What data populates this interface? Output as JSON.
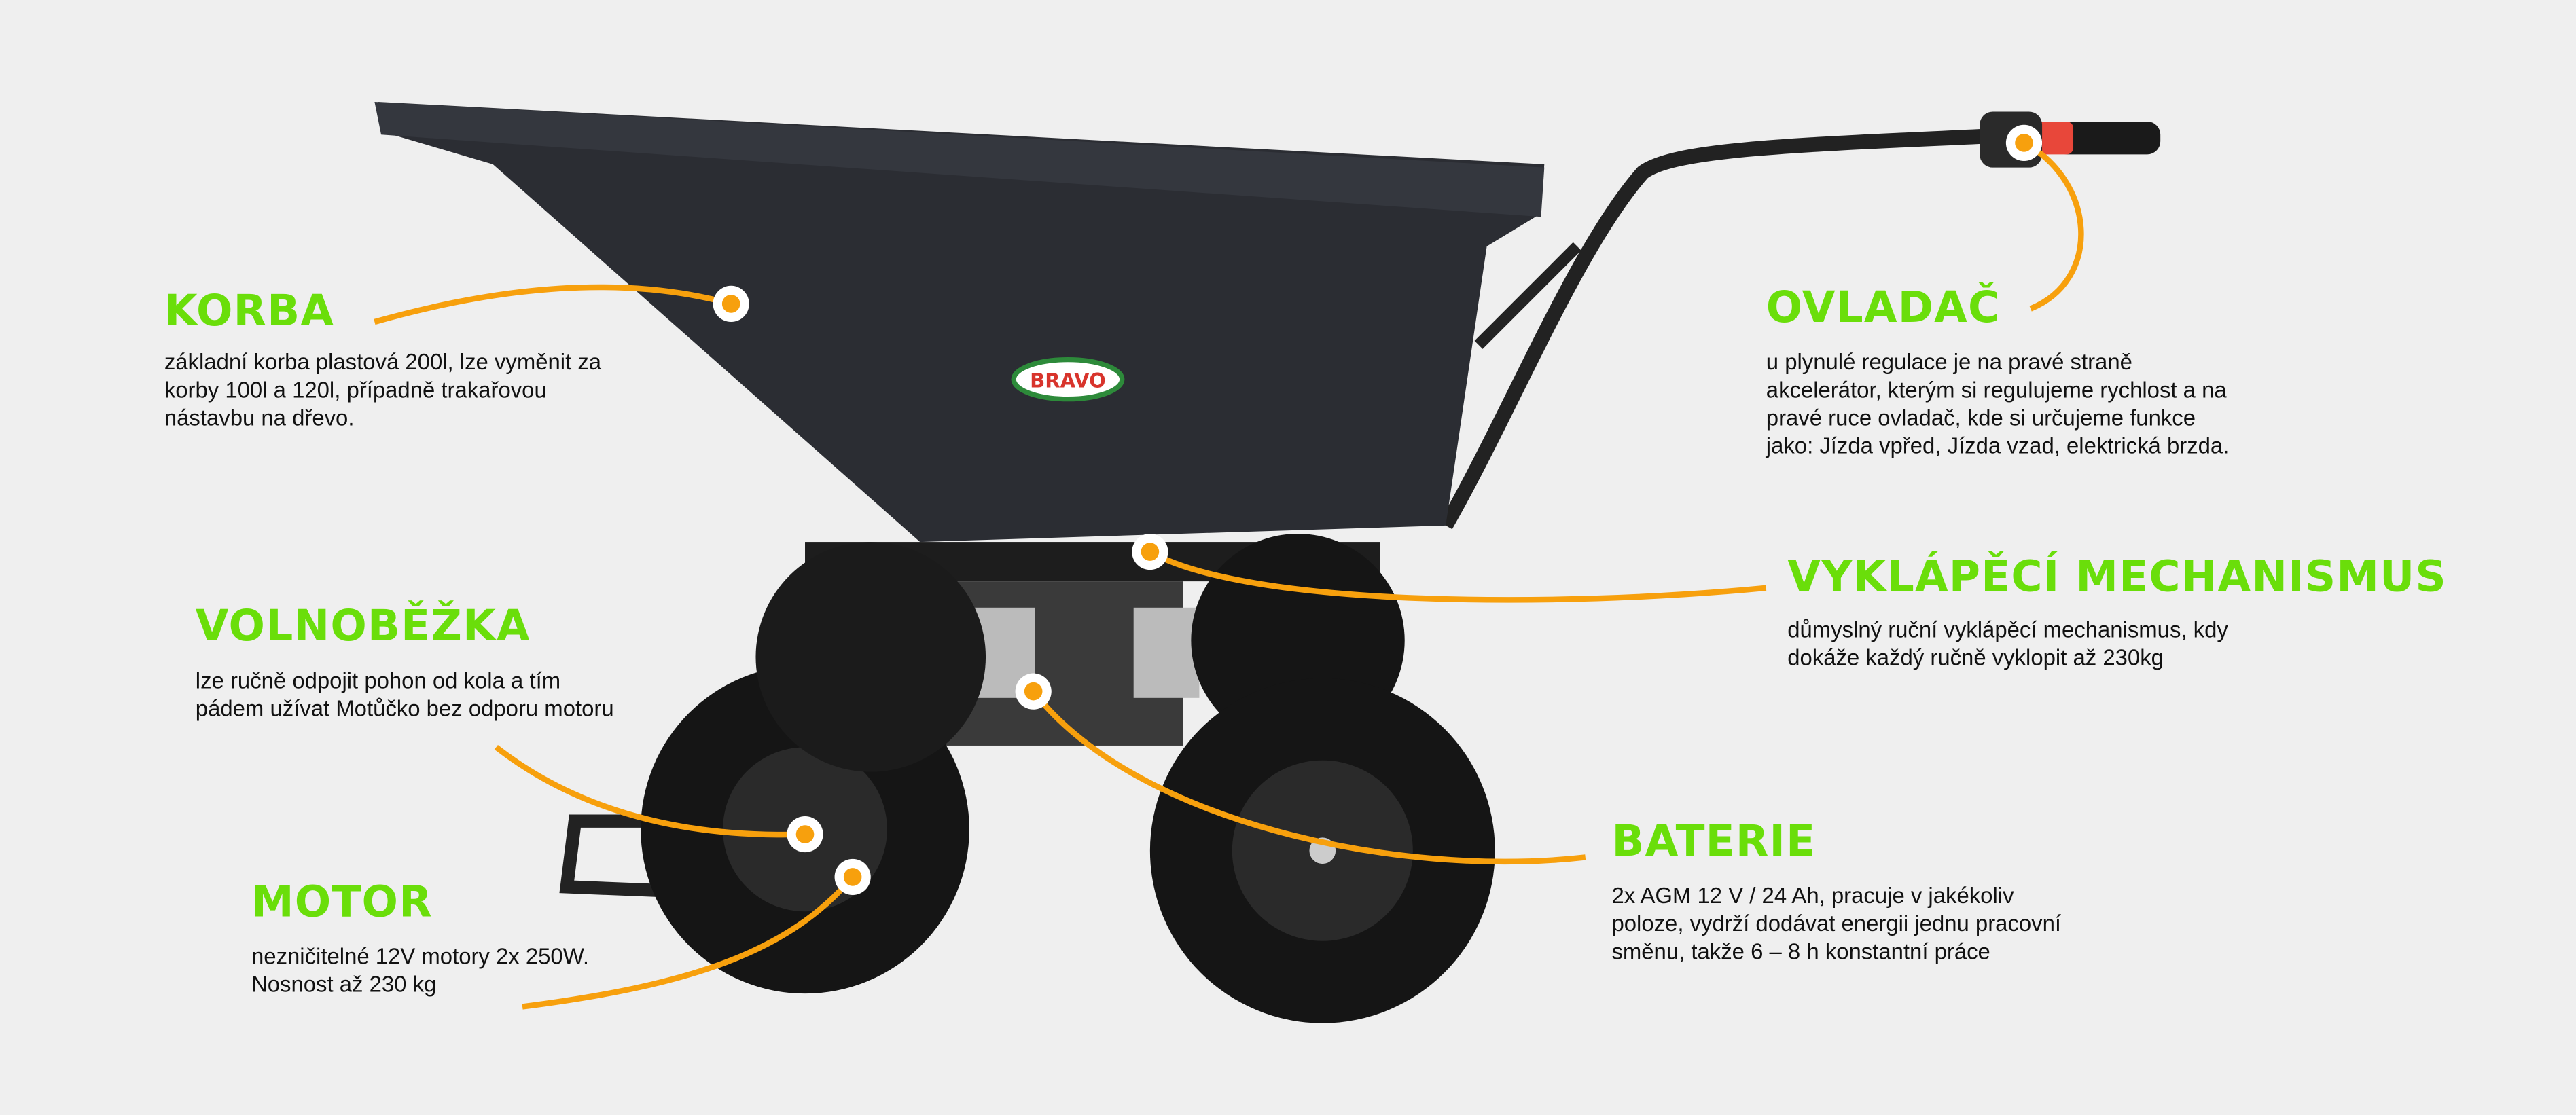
{
  "colors": {
    "accent_green": "#6ade0a",
    "callout_orange": "#f7a00d",
    "background": "#efefef"
  },
  "product": {
    "badge": "BRAVO"
  },
  "callouts": {
    "korba": {
      "title": "KORBA",
      "text": "základní korba plastová 200l, lze vyměnit za korby 100l a 120l, případně trakařovou nástavbu na dřevo."
    },
    "ovladac": {
      "title": "OVLADAČ",
      "text": "u plynulé regulace je na pravé straně akcelerátor, kterým si regulujeme rychlost a na pravé ruce ovladač, kde si určujeme funkce jako: Jízda vpřed, Jízda vzad, elektrická brzda."
    },
    "vyklapeci": {
      "title": "VYKLÁPĚCÍ MECHANISMUS",
      "text": "důmyslný ruční vyklápěcí mechanismus, kdy dokáže každý ručně vyklopit až 230kg"
    },
    "volnobezka": {
      "title": "VOLNOBĚŽKA",
      "text": "lze ručně odpojit pohon od kola a tím pádem užívat Motůčko bez odporu motoru"
    },
    "motor": {
      "title": "MOTOR",
      "text": "nezničitelné 12V motory 2x 250W. Nosnost až 230 kg"
    },
    "baterie": {
      "title": "BATERIE",
      "text": "2x AGM 12 V / 24 Ah, pracuje v jakékoliv poloze, vydrží dodávat energii jednu pracovní směnu, takže 6 – 8 h konstantní práce"
    }
  }
}
